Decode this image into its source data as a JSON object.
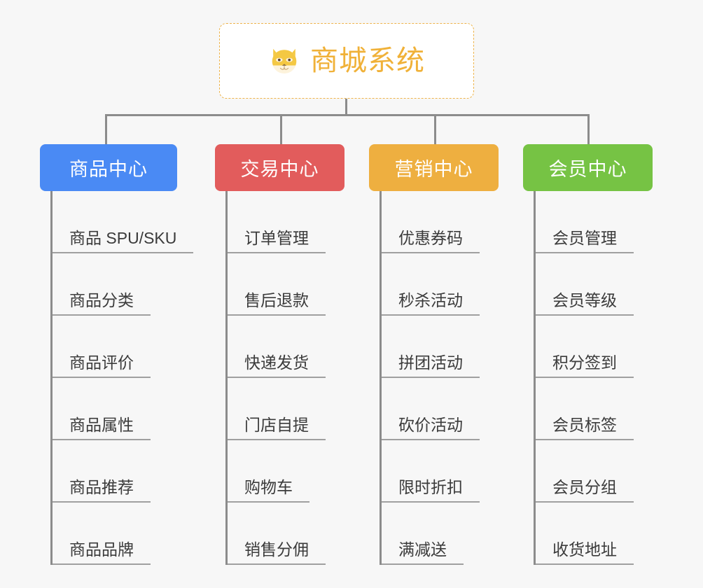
{
  "root": {
    "title": "商城系统",
    "icon": "shiba-dog-face-icon",
    "border_color": "#edb34a",
    "text_color": "#f0b138"
  },
  "canvas": {
    "background": "#f7f7f7",
    "connector_color": "#8c8c8c"
  },
  "branches": [
    {
      "label": "商品中心",
      "color": "#4a8af4",
      "items": [
        "商品 SPU/SKU",
        "商品分类",
        "商品评价",
        "商品属性",
        "商品推荐",
        "商品品牌"
      ]
    },
    {
      "label": "交易中心",
      "color": "#e25c5c",
      "items": [
        "订单管理",
        "售后退款",
        "快递发货",
        "门店自提",
        "购物车",
        "销售分佣"
      ]
    },
    {
      "label": "营销中心",
      "color": "#eeaf40",
      "items": [
        "优惠券码",
        "秒杀活动",
        "拼团活动",
        "砍价活动",
        "限时折扣",
        "满减送"
      ]
    },
    {
      "label": "会员中心",
      "color": "#76c344",
      "items": [
        "会员管理",
        "会员等级",
        "积分签到",
        "会员标签",
        "会员分组",
        "收货地址"
      ]
    }
  ]
}
